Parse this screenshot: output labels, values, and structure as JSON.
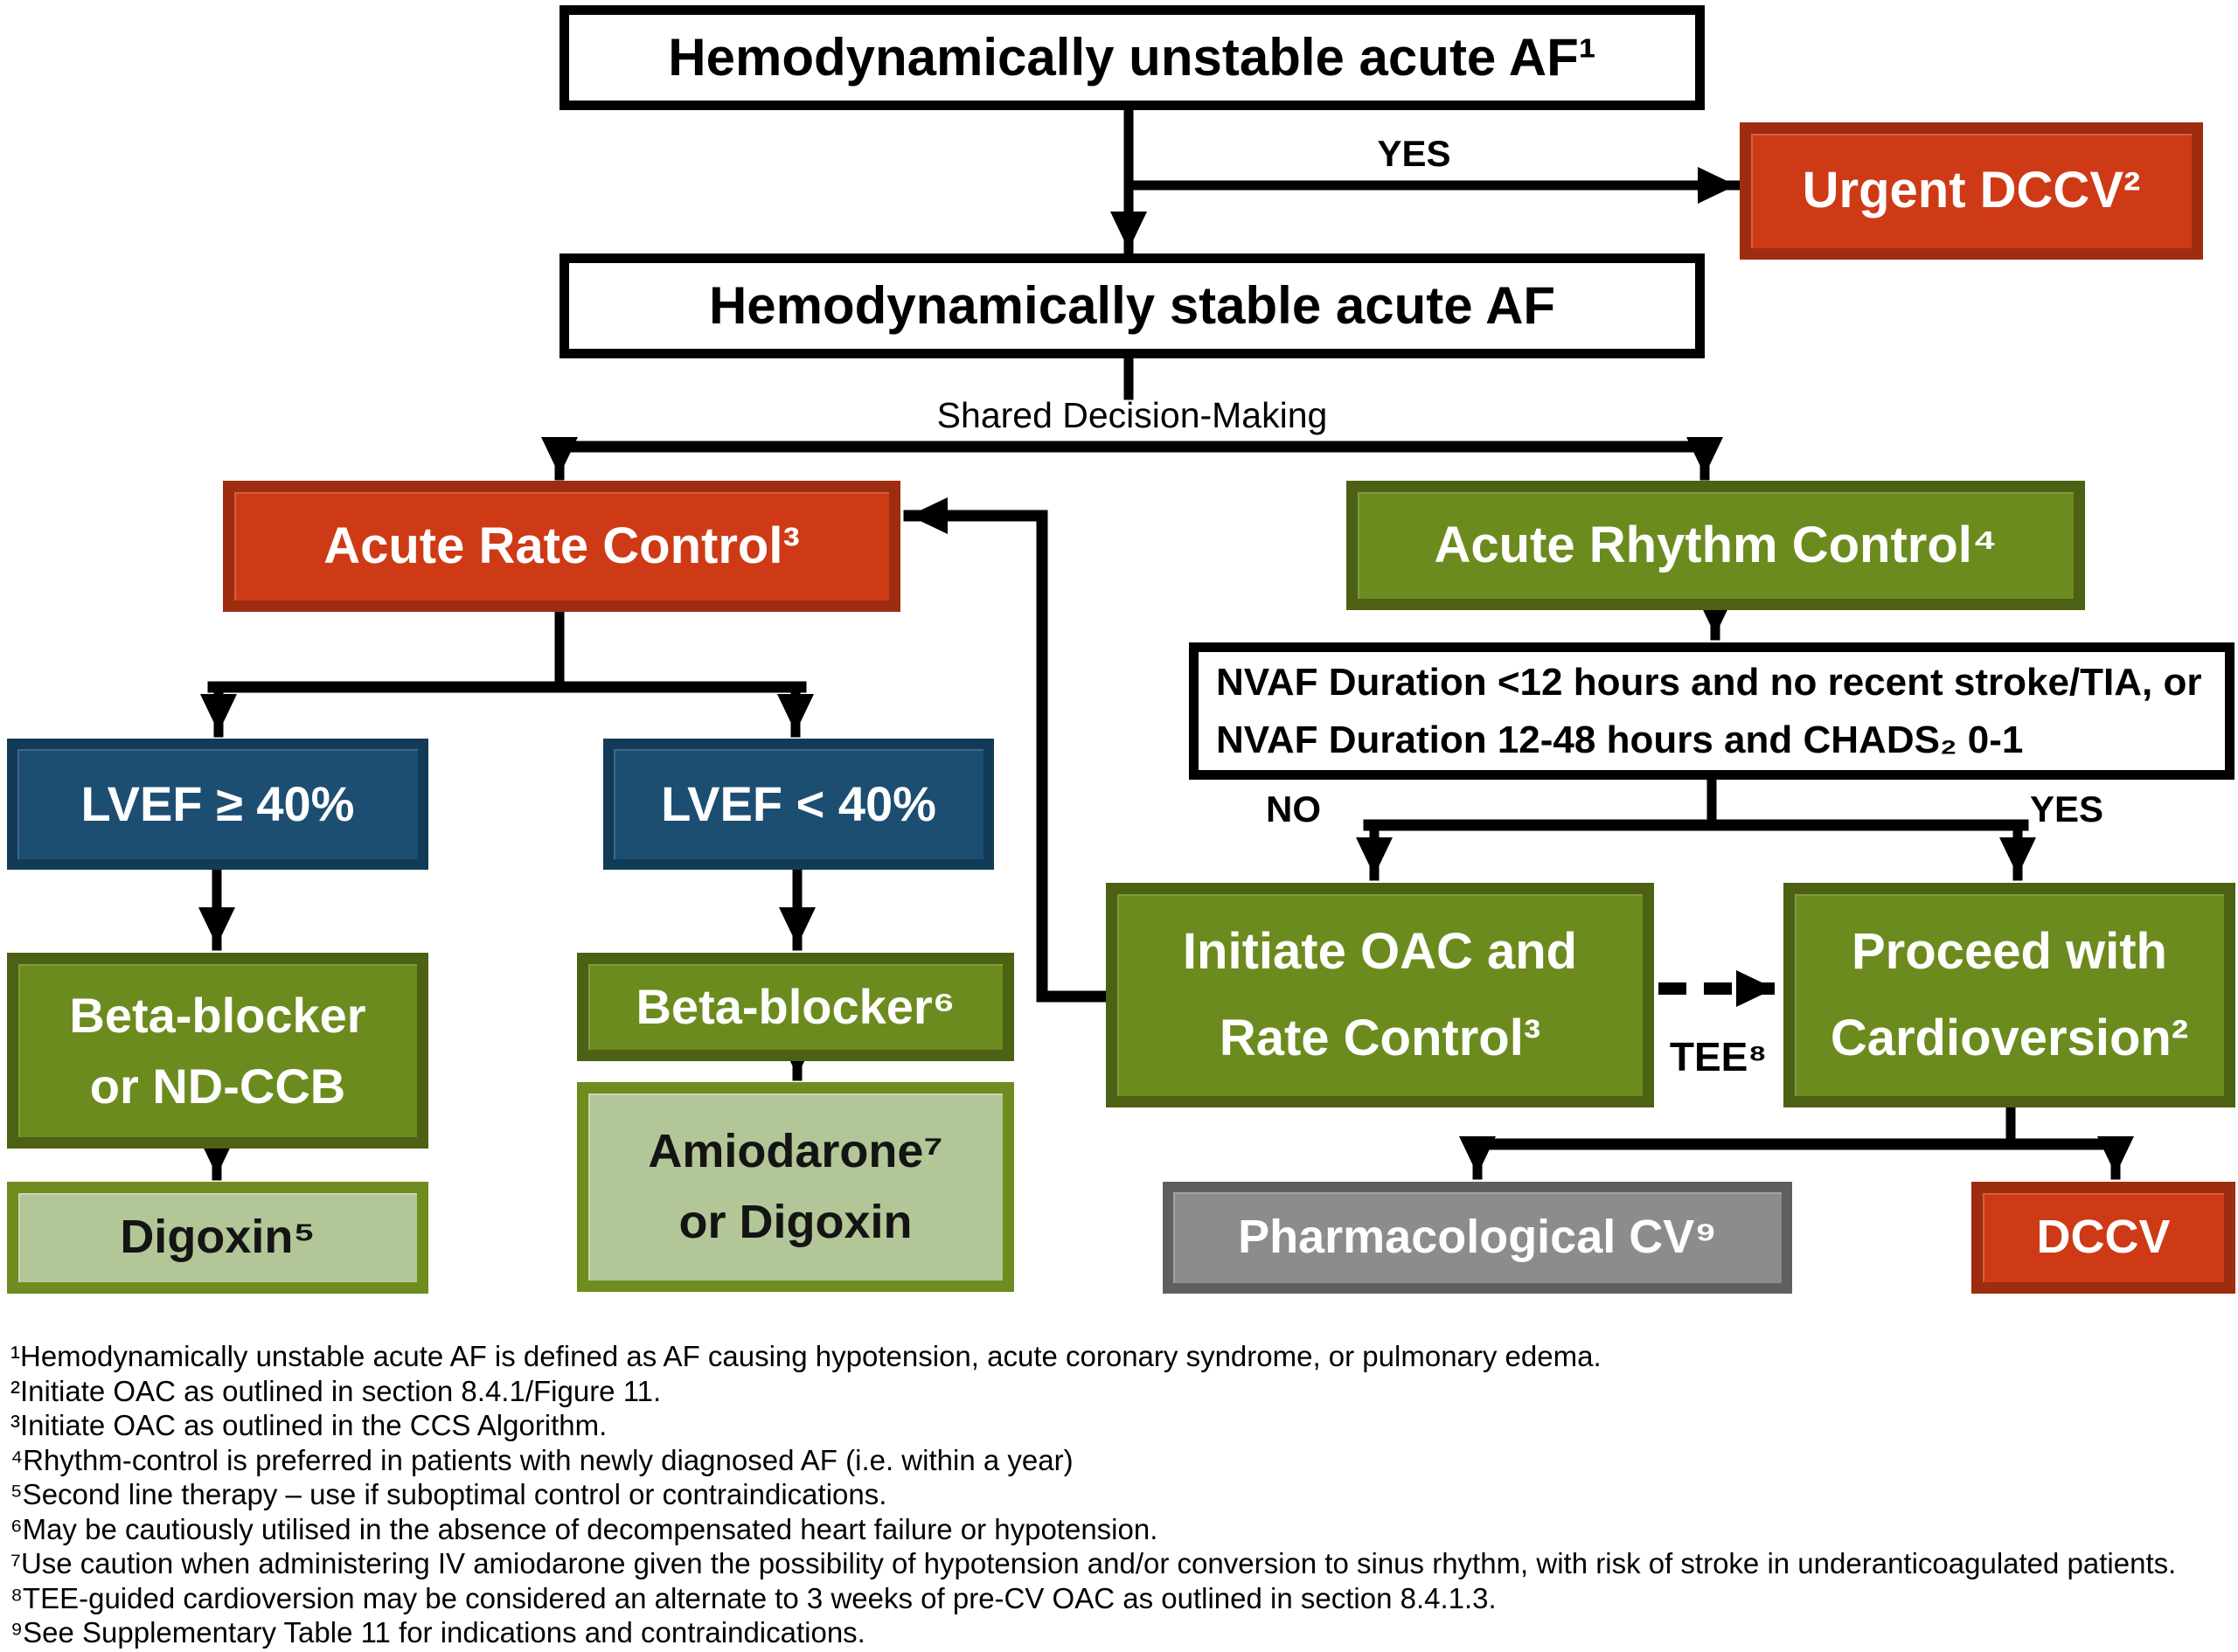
{
  "colors": {
    "red": "#ce3a16",
    "red_border": "#9e2d10",
    "green": "#6c8b1e",
    "green_border": "#4c6113",
    "light_green": "#b2c697",
    "light_green_border": "#6f8c1f",
    "blue": "#1c4e72",
    "blue_border": "#123b57",
    "gray": "#8c8c8c",
    "gray_border": "#5f5f5f",
    "line": "#000000",
    "white_box_bg": "#ffffff"
  },
  "nodes": {
    "unstable": {
      "lines": [
        "Hemodynamically unstable acute AF¹"
      ]
    },
    "urgent_dccv": {
      "lines": [
        "Urgent DCCV²"
      ]
    },
    "stable": {
      "lines": [
        "Hemodynamically stable acute AF"
      ]
    },
    "rate_control": {
      "lines": [
        "Acute Rate Control³"
      ]
    },
    "rhythm_control": {
      "lines": [
        "Acute Rhythm Control⁴"
      ]
    },
    "lvef_ge": {
      "lines": [
        "LVEF ≥ 40%"
      ]
    },
    "lvef_lt": {
      "lines": [
        "LVEF < 40%"
      ]
    },
    "beta_ndccb": {
      "lines": [
        "Beta-blocker",
        "or ND-CCB"
      ]
    },
    "digoxin": {
      "lines": [
        "Digoxin⁵"
      ]
    },
    "beta6": {
      "lines": [
        "Beta-blocker⁶"
      ]
    },
    "amiodarone": {
      "lines": [
        "Amiodarone⁷",
        "or Digoxin"
      ]
    },
    "nvaf": {
      "lines": [
        "NVAF Duration <12 hours and no recent stroke/TIA, or",
        "NVAF Duration 12-48 hours and CHADS₂ 0-1"
      ]
    },
    "initiate_oac": {
      "lines": [
        "Initiate OAC and",
        "Rate Control³"
      ]
    },
    "proceed_cv": {
      "lines": [
        "Proceed with",
        "Cardioversion²"
      ]
    },
    "pharm_cv": {
      "lines": [
        "Pharmacological CV⁹"
      ]
    },
    "dccv": {
      "lines": [
        "DCCV"
      ]
    }
  },
  "labels": {
    "yes_top": "YES",
    "shared_decision": "Shared Decision-Making",
    "no_left": "NO",
    "yes_right": "YES",
    "tee": "TEE⁸"
  },
  "footnotes": [
    "¹Hemodynamically unstable acute AF is defined as AF causing hypotension, acute coronary syndrome, or pulmonary edema.",
    "²Initiate OAC as outlined in section 8.4.1/Figure 11.",
    "³Initiate OAC as outlined in the CCS Algorithm.",
    "⁴Rhythm-control is preferred in patients with newly diagnosed AF (i.e. within a year)",
    "⁵Second line therapy – use if suboptimal control or contraindications.",
    "⁶May be cautiously utilised in the absence of decompensated heart failure or hypotension.",
    "⁷Use caution when administering IV amiodarone given the possibility of hypotension and/or conversion to sinus rhythm, with risk of stroke in underanticoagulated patients.",
    "⁸TEE-guided cardioversion may be considered an alternate to 3 weeks of pre-CV OAC as outlined in section 8.4.1.3.",
    "⁹See Supplementary Table 11 for indications and contraindications."
  ]
}
